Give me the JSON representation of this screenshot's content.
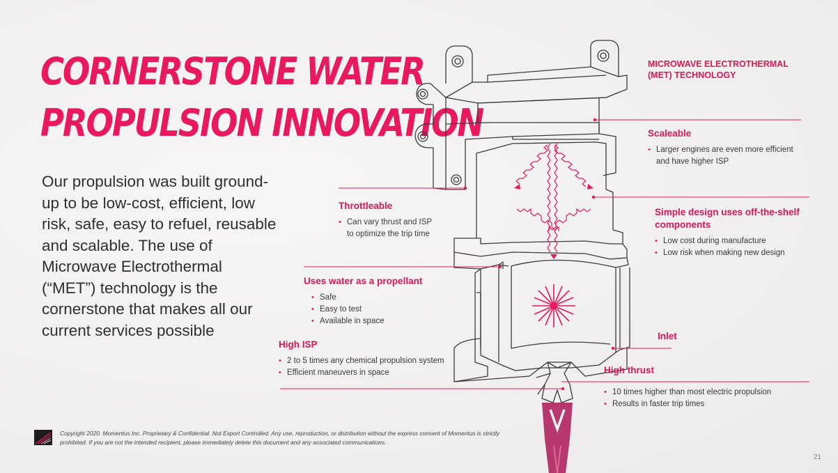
{
  "title_lines": [
    "CORNERSTONE WATER",
    "PROPULSION INNOVATION"
  ],
  "intro_text": "Our propulsion was built ground-up to be low-cost, efficient, low risk, safe, easy to refuel, reusable and scalable. The use of Microwave Electrothermal (“MET”) technology is the cornerstone that makes all our current services possible",
  "met_heading": "MICROWAVE ELECTROTHERMAL (MET) TECHNOLOGY",
  "features": {
    "scaleable": {
      "title": "Scaleable",
      "bullets": [
        "Larger engines are even more efficient",
        "and have higher ISP"
      ]
    },
    "simple": {
      "title": "Simple design uses off-the-shelf components",
      "bullets": [
        "Low cost during manufacture",
        "Low risk when making new design"
      ]
    },
    "throttleable": {
      "title": "Throttleable",
      "bullets": [
        "Can vary thrust and ISP",
        "to optimize the trip time"
      ]
    },
    "water": {
      "title": "Uses water as a propellant",
      "bullets": [
        "Safe",
        "Easy to test",
        "Available in space"
      ]
    },
    "isp": {
      "title": "High ISP",
      "bullets": [
        "2 to 5 times any chemical propulsion system",
        "Efficient maneuvers in space"
      ]
    },
    "inlet": {
      "title": "Inlet"
    },
    "thrust": {
      "title": "High thrust",
      "bullets": [
        "10 times higher than most electric propulsion",
        "Results in faster trip times"
      ]
    }
  },
  "copyright": "Copyright 2020. Momentus Inc. Proprietary & Confidential. Not Export Controlled. Any use, reproduction, or distribution without the express consent of Momentus is strictly prohibited. If you are not the intended recipient, please immediately delete this document and any associated communications.",
  "page_number": "21",
  "colors": {
    "accent": "#e8195c",
    "plume": "#b6386e",
    "text": "#2f2f2f"
  }
}
